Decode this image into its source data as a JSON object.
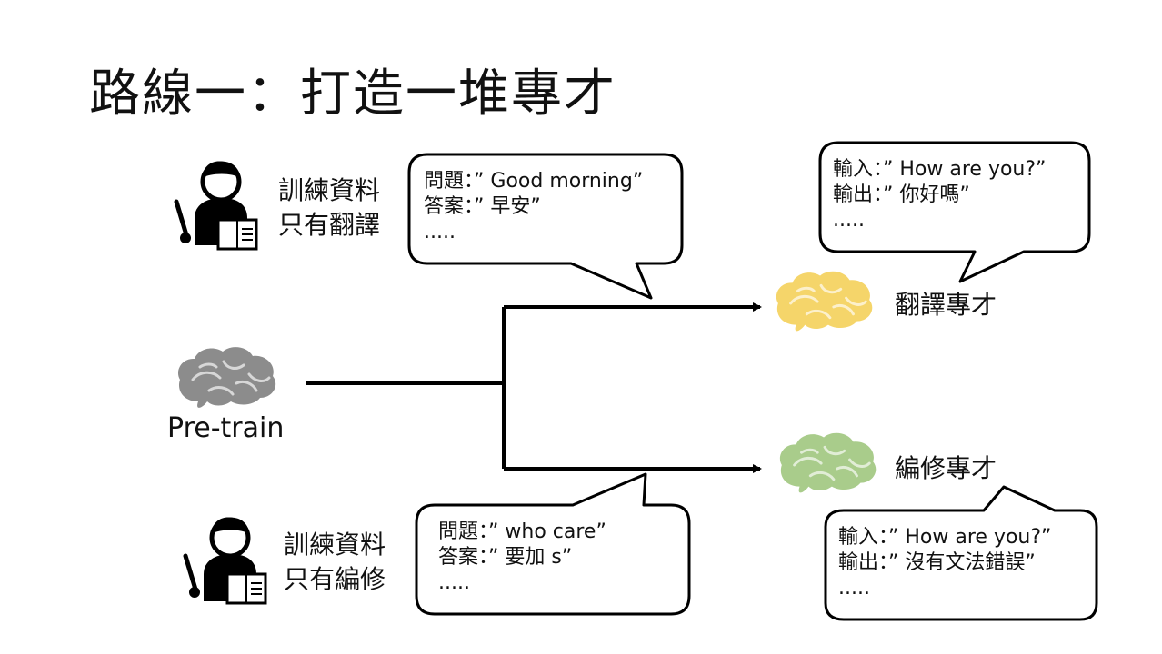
{
  "title": "路線一：打造一堆專才",
  "pretrain": {
    "label": "Pre-train"
  },
  "translator": {
    "teacher_label_line1": "訓練資料",
    "teacher_label_line2": "只有翻譯",
    "bubble_line1": "問題：”  Good morning”",
    "bubble_line2": "答案：”  早安”",
    "bubble_line3": ".....",
    "result_label": "翻譯專才",
    "result_bubble_line1": "輸入：”  How are you?”",
    "result_bubble_line2": "輸出：”  你好嗎”",
    "result_bubble_line3": ".....",
    "brain_color": "#F5D56A"
  },
  "editor": {
    "teacher_label_line1": "訓練資料",
    "teacher_label_line2": "只有編修",
    "bubble_line1": "問題：”  who care”",
    "bubble_line2": "答案：”  要加 s”",
    "bubble_line3": ".....",
    "result_label": "編修專才",
    "result_bubble_line1": "輸入：”  How are you?”",
    "result_bubble_line2": "輸出：”  沒有文法錯誤”",
    "result_bubble_line3": ".....",
    "brain_color": "#A9CC8B"
  },
  "colors": {
    "pretrain_brain": "#8C8C8C",
    "line": "#000000"
  }
}
